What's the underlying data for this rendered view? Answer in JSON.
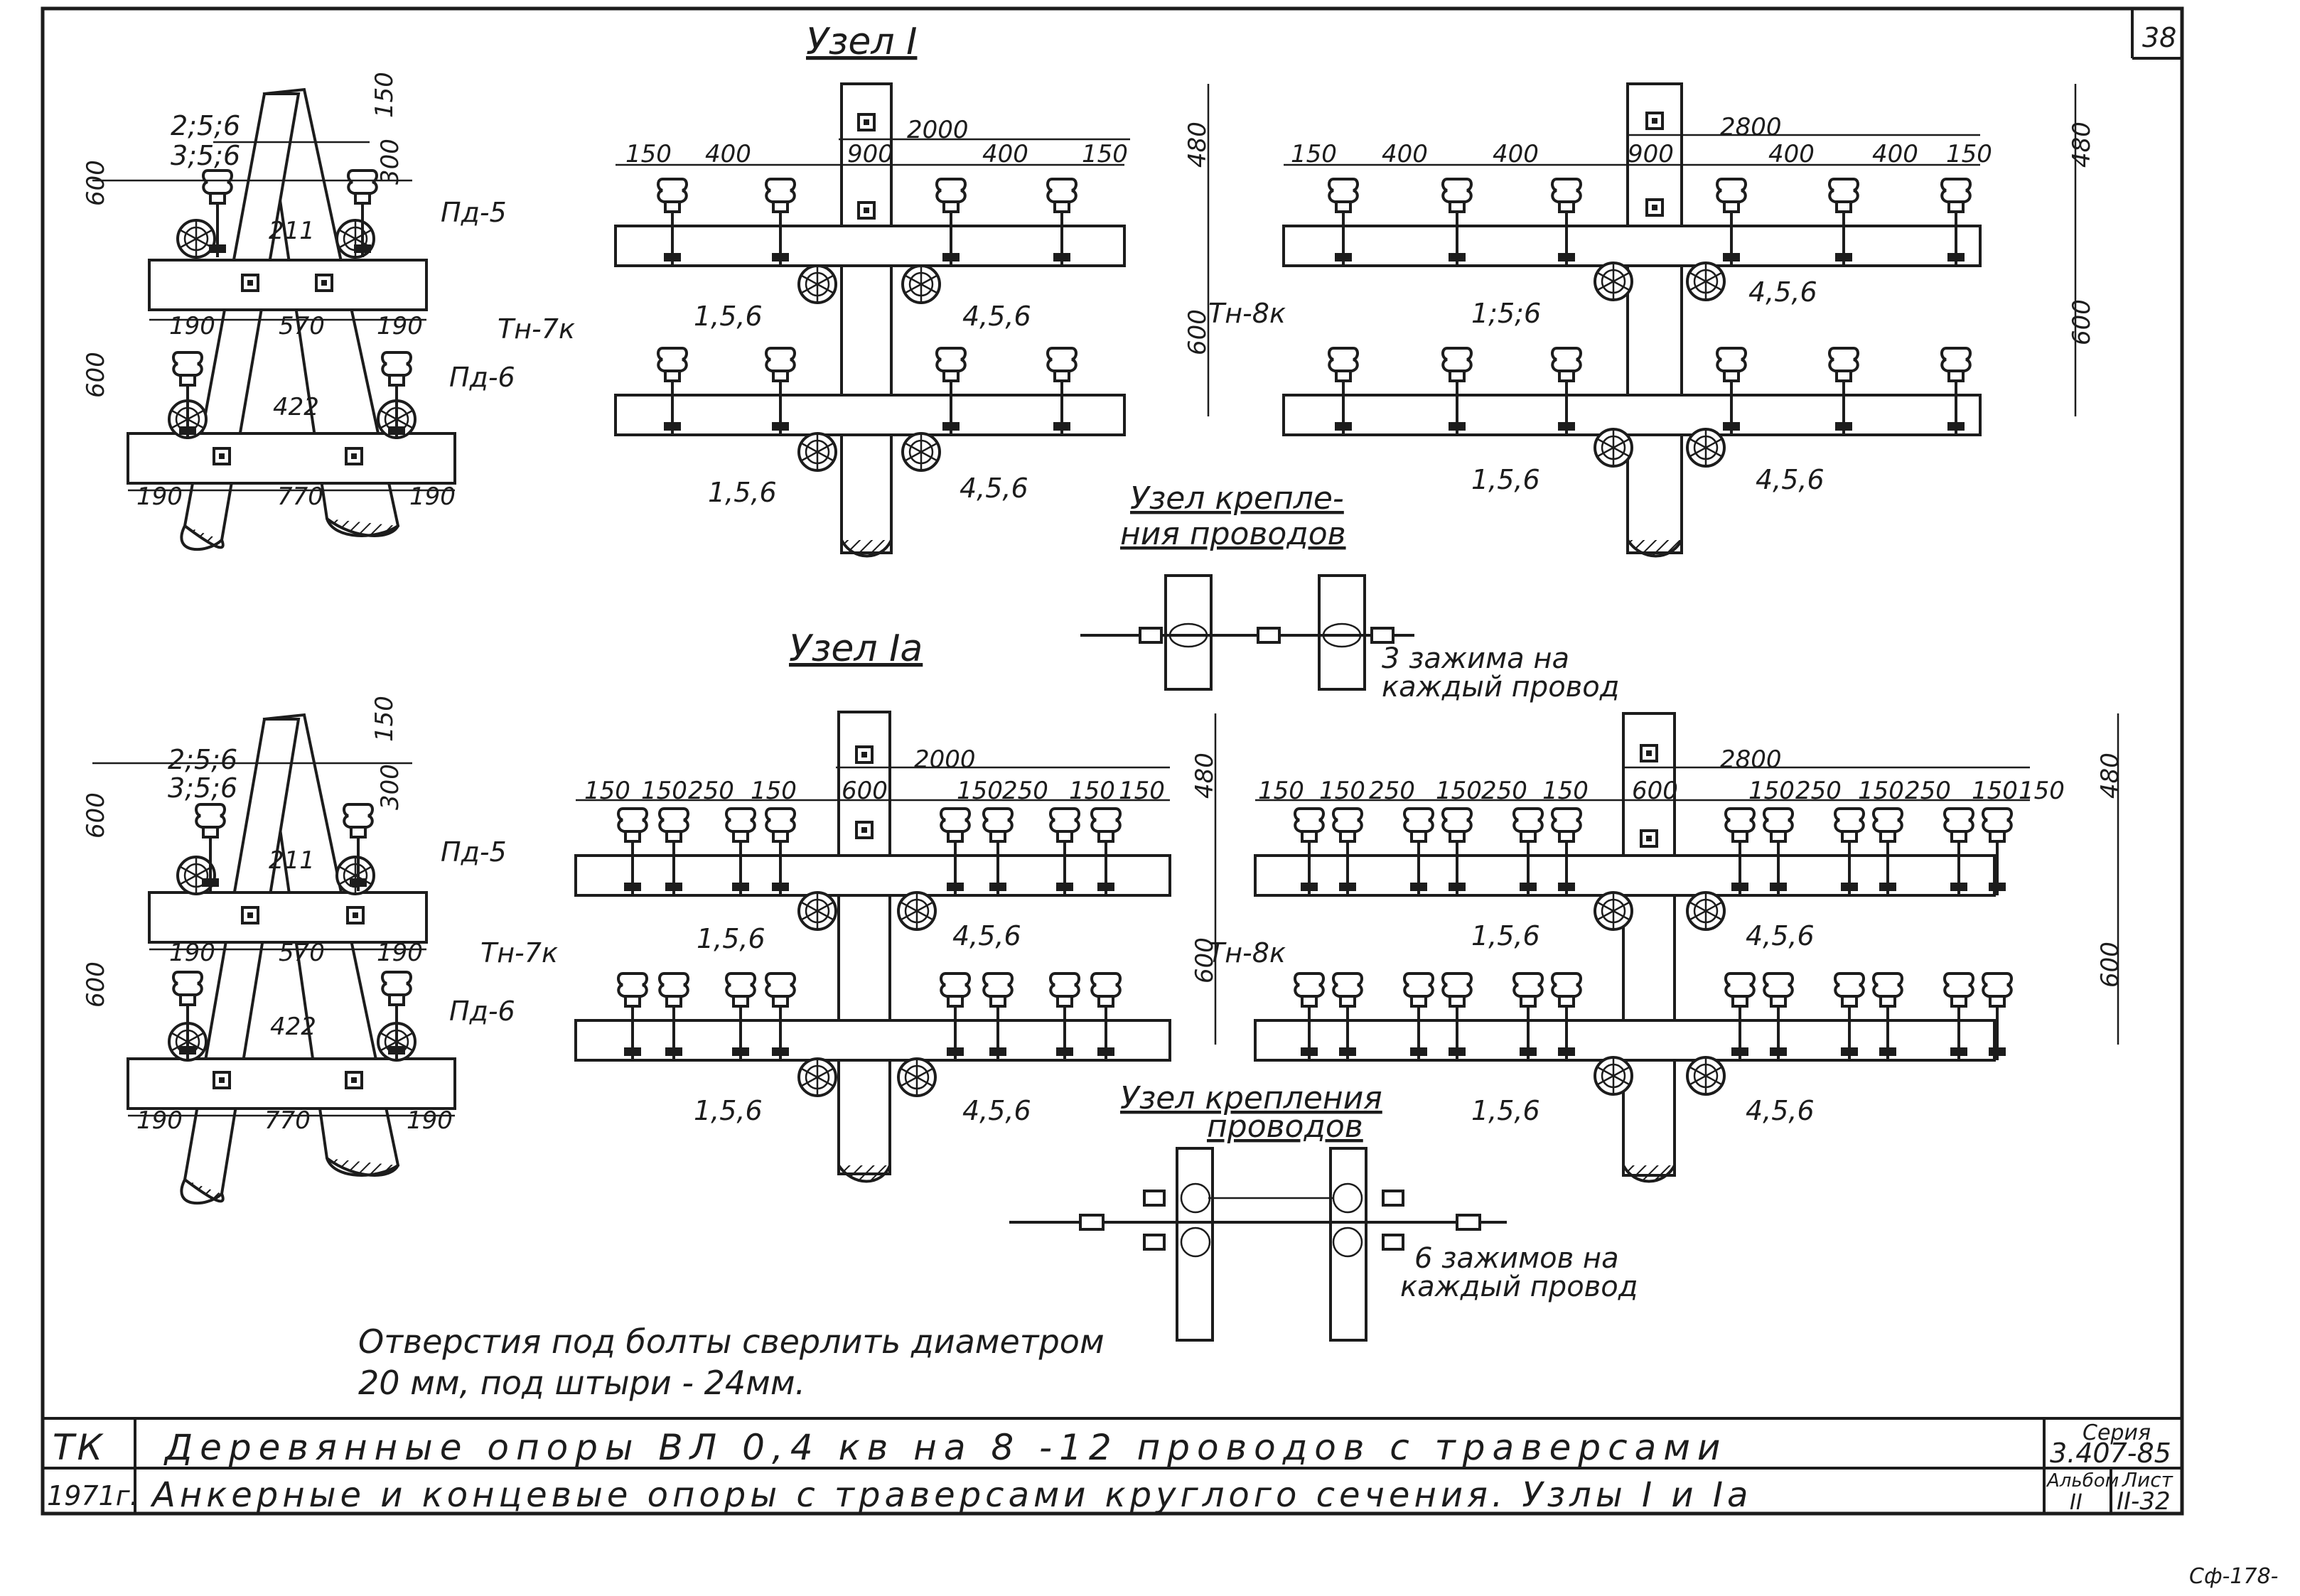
{
  "page_number": "38",
  "corner_note": "Сф-178-",
  "titles": {
    "node1": "Узел I",
    "node1a": "Узел Iа",
    "wire_node_top_line1": "Узел крепле-",
    "wire_node_top_line2": "ния проводов",
    "wire_node_bottom_line1": "Узел крепления",
    "wire_node_bottom_line2": "проводов"
  },
  "notes": {
    "clamps_3_line1": "3 зажима на",
    "clamps_3_line2": "каждый провод",
    "clamps_6_line1": "6 зажимов на",
    "clamps_6_line2": "каждый провод",
    "drill_line1": "Отверстия под болты сверлить диаметром",
    "drill_line2": "20 мм, под штыри - 24мм."
  },
  "labels": {
    "pd5": "Пд-5",
    "pd6": "Пд-6",
    "tn7k": "Тн-7к",
    "tn8k": "Тн-8к",
    "ref_256": "2;5;6",
    "ref_356": "3;5;6",
    "ref_156": "1,5,6",
    "ref_156b": "1;5;6",
    "ref_456": "4,5,6"
  },
  "dims": {
    "d150": "150",
    "d300": "300",
    "d600": "600",
    "d480": "480",
    "d211": "211",
    "d570": "570",
    "d190": "190",
    "d422": "422",
    "d770": "770",
    "d2000": "2000",
    "d2800": "2800",
    "d400": "400",
    "d900": "900",
    "d250": "250"
  },
  "title_block": {
    "code": "ТК",
    "year": "1971г.",
    "line1": "Деревянные опоры ВЛ 0,4 кв на 8 -12 проводов с траверсами",
    "line2": "Анкерные и концевые опоры с траверсами круглого сечения. Узлы I и Iа",
    "series_label": "Серия",
    "series_value": "3.407-85",
    "album_label": "Альбом",
    "album_value": "II",
    "sheet_label": "Лист",
    "sheet_value": "II-32"
  }
}
